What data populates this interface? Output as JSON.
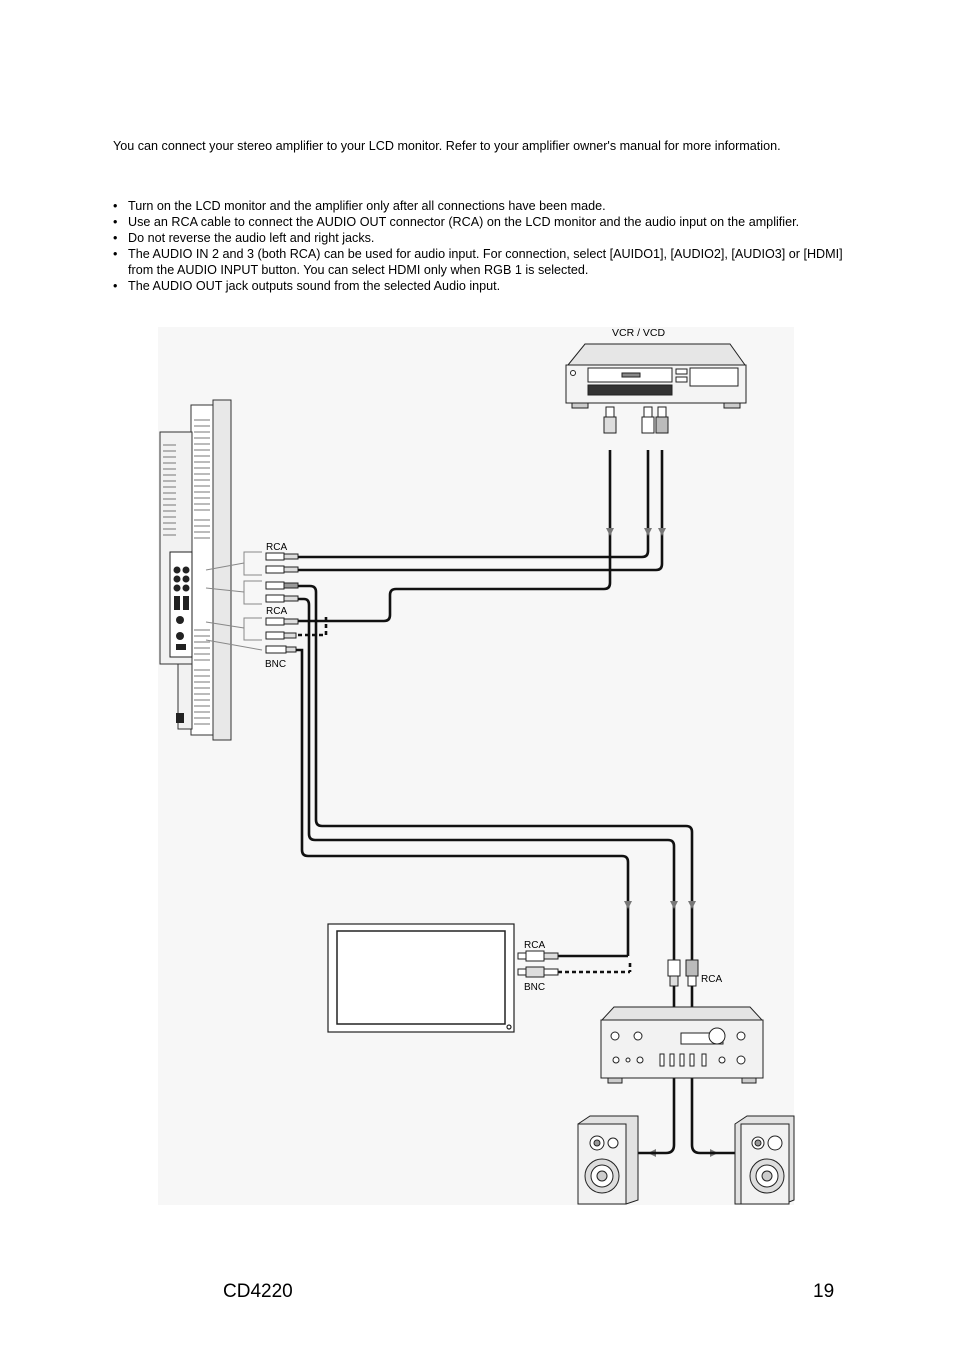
{
  "intro_text": "You can connect your stereo amplifier to your LCD monitor. Refer to your amplifier owner's manual for more information.",
  "notes": [
    "Turn on the LCD monitor and the amplifier only after all connections have been made.",
    "Use an RCA cable to connect the AUDIO OUT connector (RCA) on the LCD monitor and the audio input on the amplifier.",
    "Do not reverse the audio left and right jacks.",
    "The AUDIO IN 2 and 3 (both RCA) can be used for audio input. For connection, select [AUIDO1], [AUDIO2], [AUDIO3] or [HDMI] from the AUDIO INPUT button. You can select HDMI only when RGB 1 is selected.",
    "The AUDIO OUT jack outputs sound from the selected Audio input."
  ],
  "diagram": {
    "vcr_label": "VCR / VCD",
    "rca_label_top": "RCA",
    "rca_label_middle": "RCA",
    "bnc_label_monitor": "BNC",
    "rca_label_display": "RCA",
    "bnc_label_display": "BNC",
    "rca_label_amp": "RCA"
  },
  "footer": {
    "model": "CD4220",
    "page_number": "19"
  }
}
